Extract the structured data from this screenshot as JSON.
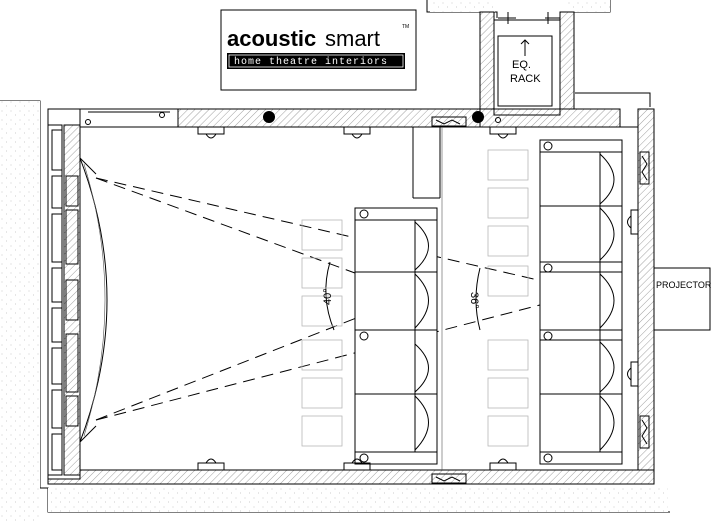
{
  "logo": {
    "word_bold": "acoustic",
    "word_light": "smart",
    "trademark": "TM",
    "tagline": "home theatre interiors"
  },
  "labels": {
    "eq_rack_line1": "EQ.",
    "eq_rack_line2": "RACK",
    "projector": "PROJECTOR",
    "angle_front": "40°",
    "angle_rear": "36°"
  }
}
